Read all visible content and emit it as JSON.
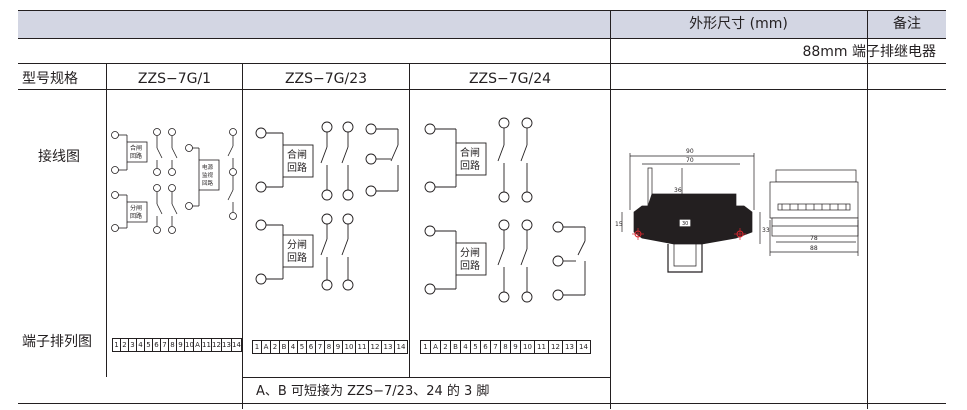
{
  "header": {
    "dimension_title": "外形尺寸 (mm)",
    "remarks_title": "备注"
  },
  "subheader": {
    "product_note": "88mm 端子排继电器"
  },
  "row_labels": {
    "model": "型号规格",
    "wiring": "接线图",
    "terminal": "端子排列图"
  },
  "models": [
    "ZZS−7G/1",
    "ZZS−7G/23",
    "ZZS−7G/24"
  ],
  "terminal_strips": {
    "m1": [
      "1",
      "2",
      "3",
      "4",
      "5",
      "6",
      "7",
      "8",
      "9",
      "10",
      "A",
      "11",
      "12",
      "13",
      "14"
    ],
    "m23": [
      "1",
      "A",
      "2",
      "B",
      "4",
      "5",
      "6",
      "7",
      "8",
      "9",
      "10",
      "11",
      "12",
      "13",
      "14"
    ],
    "m24": [
      "1",
      "A",
      "2",
      "B",
      "4",
      "5",
      "6",
      "7",
      "8",
      "9",
      "10",
      "11",
      "12",
      "13",
      "14"
    ]
  },
  "footnote": "A、B 可短接为 ZZS−7/23、24 的 3 脚",
  "diagram_labels": {
    "close_circuit": [
      "合闸",
      "回路"
    ],
    "open_circuit": [
      "分闸",
      "回路"
    ],
    "power_monitor": [
      "电源",
      "监视",
      "回路"
    ],
    "dimensions": [
      "90",
      "70",
      "36",
      "15",
      "30",
      "33",
      "78",
      "88"
    ]
  }
}
